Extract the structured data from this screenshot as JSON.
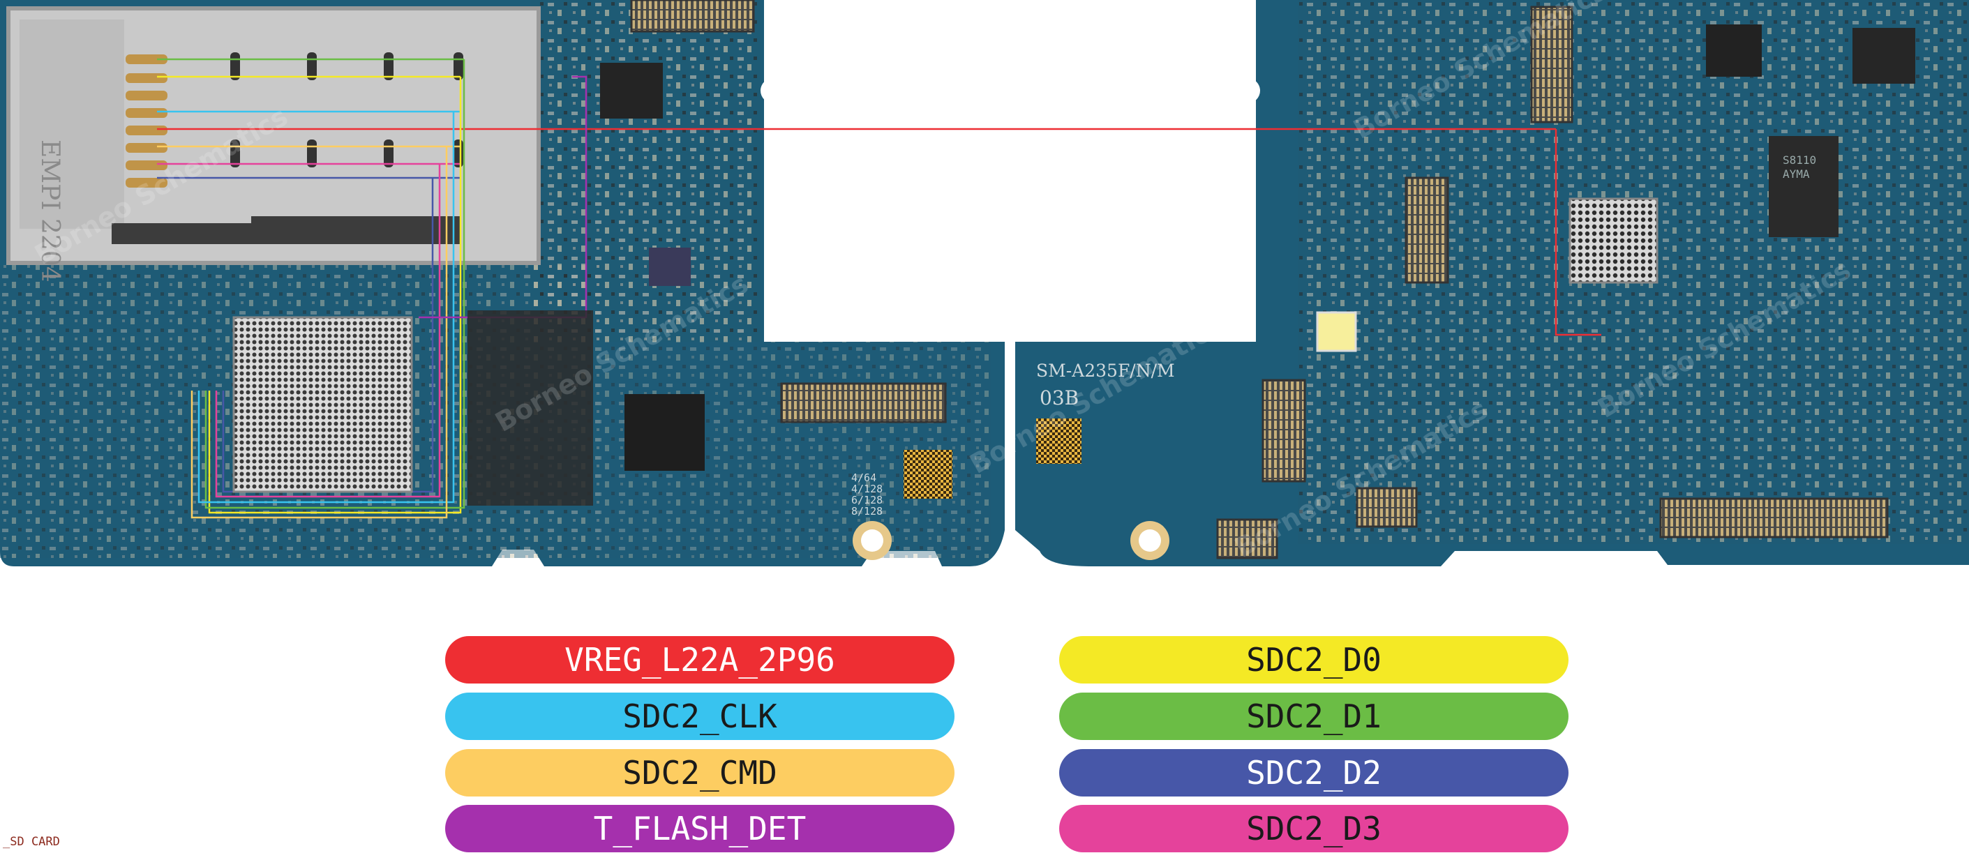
{
  "board": {
    "model_text": "SM-A235F/N/M",
    "revision_text": "03B",
    "watermark": "Borneo Schematics",
    "chip_marks": {
      "ic_right": "S8110",
      "ic_right_line2": "AYMA",
      "memory_note": "4/64\n4/128\n6/128\n8/128",
      "sim_tray_text": "EMPI 2204"
    }
  },
  "legend": [
    {
      "label": "VREG_L22A_2P96",
      "color": "#ee2e33",
      "text_style": "dark"
    },
    {
      "label": "SDC2_D0",
      "color": "#f4e925",
      "text_style": "light"
    },
    {
      "label": "SDC2_CLK",
      "color": "#38c3ef",
      "text_style": "light"
    },
    {
      "label": "SDC2_D1",
      "color": "#6bbd45",
      "text_style": "light"
    },
    {
      "label": "SDC2_CMD",
      "color": "#fdcd61",
      "text_style": "light"
    },
    {
      "label": "SDC2_D2",
      "color": "#4757a8",
      "text_style": "dark"
    },
    {
      "label": "T_FLASH_DET",
      "color": "#a530ad",
      "text_style": "dark"
    },
    {
      "label": "SDC2_D3",
      "color": "#e5429b",
      "text_style": "light"
    }
  ],
  "corner_label": "_SD CARD"
}
